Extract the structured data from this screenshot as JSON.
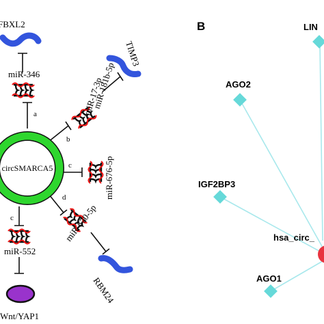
{
  "panel_a": {
    "hub_label": "circSMARCA5",
    "mirnas": {
      "mir346": "miR-346",
      "mir181b": "miR-181b-5p",
      "mir17": "/miR-17-3p",
      "mir676": "miR-676-5p",
      "mir670": "miR-670-5p",
      "mir552": "miR-552"
    },
    "edge_letters": {
      "a": "a",
      "b": "b",
      "c_right": "c",
      "d": "d",
      "c_left": "c"
    },
    "targets": {
      "fbxl2": "FBXL2",
      "timp3": "TIMP3",
      "rbm24": "RBM24",
      "wnt": "Wnt/YAP1"
    },
    "colors": {
      "ring": "#2ed62e",
      "gene": "#3355dd",
      "pathway": "#9933cc",
      "mirna_red": "#ee1111"
    }
  },
  "panel_b": {
    "label": "B",
    "nodes": {
      "lin": "LIN",
      "ago2": "AGO2",
      "igf2bp3": "IGF2BP3",
      "ago1": "AGO1",
      "hub": "hsa_circ_"
    },
    "colors": {
      "diamond": "#66d9d9",
      "edge": "#a8e8ec",
      "hub": "#e8343f"
    }
  }
}
